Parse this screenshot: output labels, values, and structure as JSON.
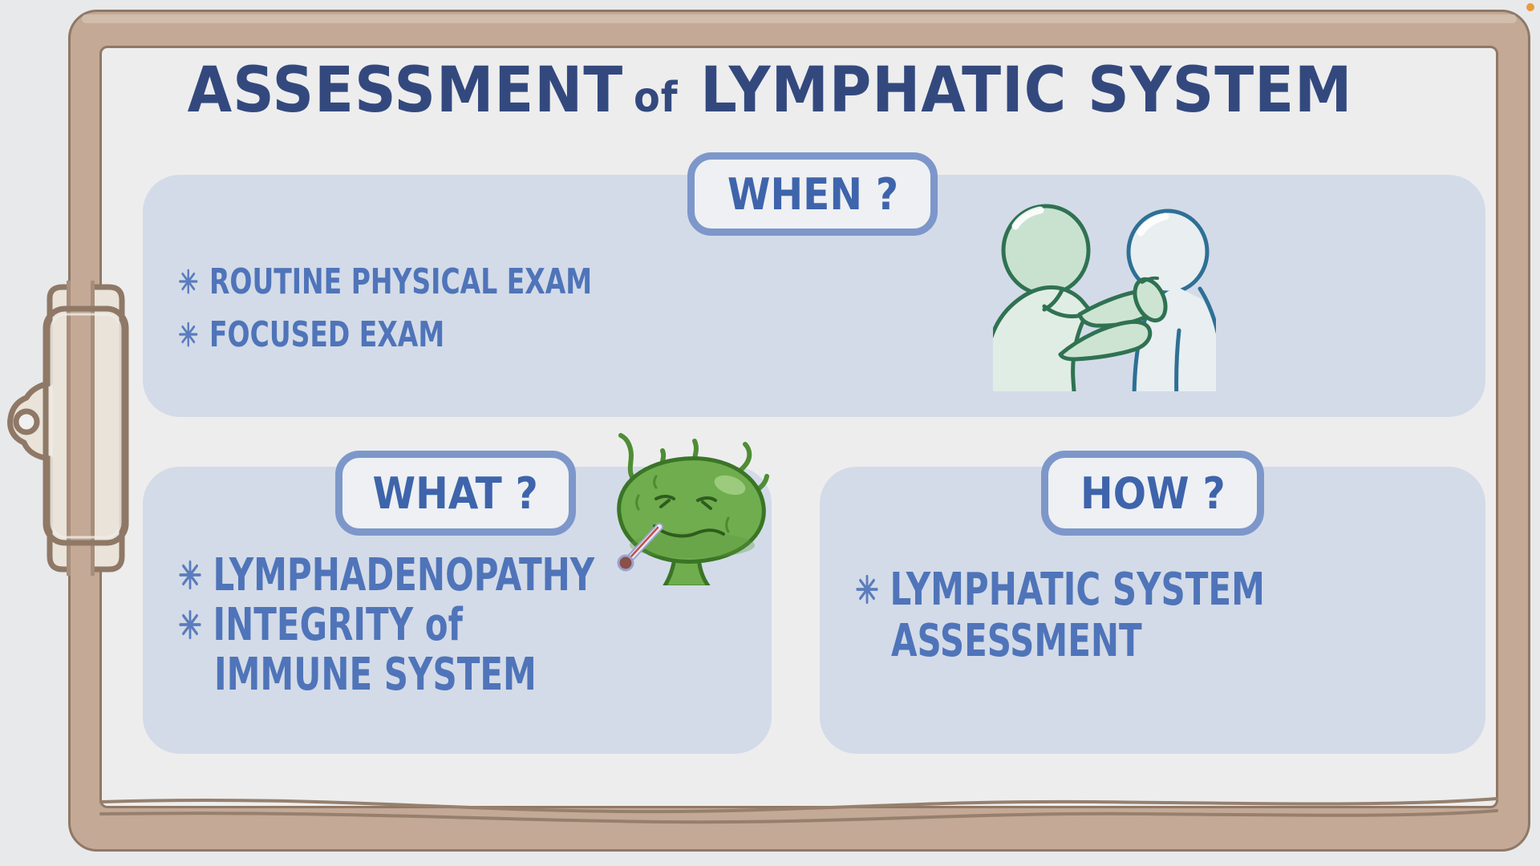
{
  "title": {
    "part1": "ASSESSMENT",
    "part2": "of",
    "part3": "LYMPHATIC SYSTEM"
  },
  "sections": {
    "when": {
      "badge": "WHEN ?",
      "lines": [
        {
          "bullet": true,
          "text": "ROUTINE PHYSICAL EXAM"
        },
        {
          "bullet": true,
          "text": "FOCUSED EXAM"
        }
      ],
      "illustration": "clinician-palpating-patient-neck"
    },
    "what": {
      "badge": "WHAT ?",
      "lines": [
        {
          "bullet": true,
          "text": "LYMPHADENOPATHY"
        },
        {
          "bullet": true,
          "text": "INTEGRITY of"
        },
        {
          "bullet": false,
          "text": "IMMUNE SYSTEM"
        }
      ],
      "illustration": "sick-lymph-node-with-thermometer"
    },
    "how": {
      "badge": "HOW ?",
      "lines": [
        {
          "bullet": true,
          "text": "LYMPHATIC SYSTEM"
        },
        {
          "bullet": false,
          "text": "ASSESSMENT"
        }
      ]
    }
  },
  "icons": {
    "bullet": "asterisk-star-icon",
    "board": "clipboard-board",
    "clip": "clipboard-clip",
    "dot": "orange-dot"
  },
  "colors": {
    "background": "#e8e9eb",
    "board_tan": "#c3a996",
    "board_outline": "#8f7866",
    "paper": "#ededee",
    "panel_blue": "#d3dbe8",
    "badge_border": "#7d97ca",
    "badge_fill": "#eef0f3",
    "badge_text": "#3e64ab",
    "bullet_text": "#4f74b9",
    "title_navy": "#33497e",
    "node_green": "#6fad4e",
    "node_outline": "#3a7526",
    "clinician_green": "#cde4d2",
    "clinician_outline": "#2f7252",
    "patient_outline": "#2e7095"
  }
}
